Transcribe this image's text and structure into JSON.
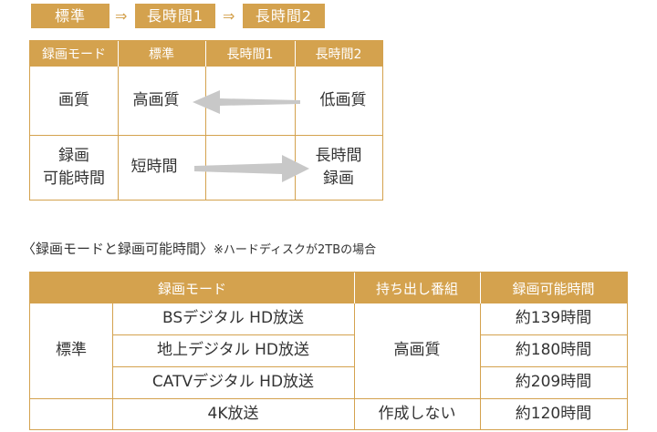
{
  "flow": {
    "tags": [
      "標準",
      "長時間1",
      "長時間2"
    ],
    "arrow": "⇒"
  },
  "mode_table": {
    "headers": [
      "録画モード",
      "標準",
      "長時間1",
      "長時間2"
    ],
    "rows": [
      {
        "label": "画質",
        "standard": "高画質",
        "long2": "低画質"
      },
      {
        "label_lines": [
          "録画",
          "可能時間"
        ],
        "standard": "短時間",
        "long2_lines": [
          "長時間",
          "録画"
        ]
      }
    ],
    "arrow_color": "#c8c8c8"
  },
  "caption": {
    "title": "〈録画モードと録画可能時間〉",
    "note": "※ハードディスクが2TBの場合"
  },
  "time_table": {
    "headers": [
      "録画モード",
      "持ち出し番組",
      "録画可能時間"
    ],
    "group_label": "標準",
    "rows": [
      {
        "broadcast": "BSデジタル HD放送",
        "time": "約139時間"
      },
      {
        "broadcast": "地上デジタル HD放送",
        "time": "約180時間"
      },
      {
        "broadcast": "CATVデジタル HD放送",
        "time": "約209時間"
      },
      {
        "broadcast": "4K放送",
        "time": "約120時間"
      }
    ],
    "takeout_hd": "高画質",
    "takeout_4k": "作成しない"
  },
  "colors": {
    "accent": "#d4a24e",
    "text": "#333333"
  }
}
